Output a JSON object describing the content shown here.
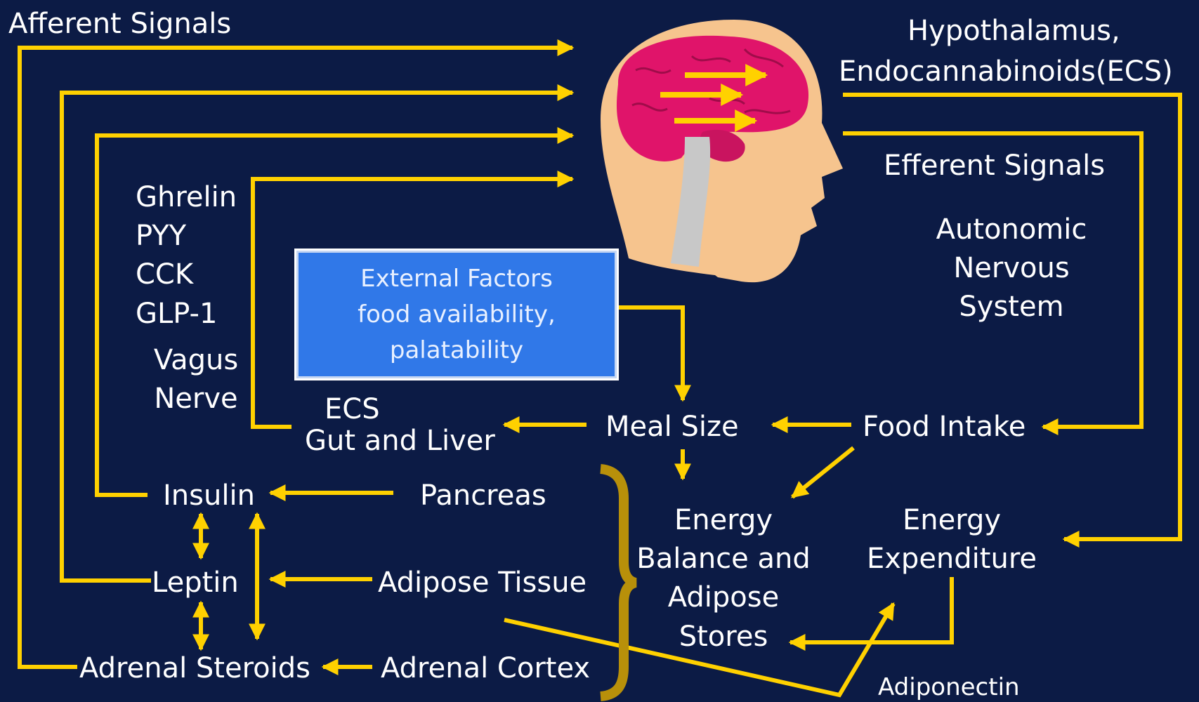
{
  "labels": {
    "afferent": "Afferent Signals",
    "hypothalamus": "Hypothalamus,",
    "endocannabinoids": "Endocannabinoids(ECS)",
    "efferent": "Efferent Signals",
    "ans": [
      "Autonomic",
      "Nervous",
      "System"
    ],
    "hormones": [
      "Ghrelin",
      "PYY",
      "CCK",
      "GLP-1"
    ],
    "vagus": [
      "Vagus",
      "Nerve"
    ],
    "external": [
      "External Factors",
      "food availability,",
      "palatability"
    ],
    "ecs": "ECS",
    "gut_liver": "Gut and Liver",
    "meal_size": "Meal Size",
    "food_intake": "Food Intake",
    "insulin": "Insulin",
    "pancreas": "Pancreas",
    "leptin": "Leptin",
    "adipose_tissue": "Adipose Tissue",
    "adrenal_steroids": "Adrenal Steroids",
    "adrenal_cortex": "Adrenal Cortex",
    "energy_balance": [
      "Energy",
      "Balance and",
      "Adipose",
      "Stores"
    ],
    "energy_expenditure": [
      "Energy",
      "Expenditure"
    ],
    "adiponectin": "Adiponectin"
  },
  "colors": {
    "background": "#0c1b45",
    "arrow": "#ffd100",
    "brace": "#b8900a",
    "text": "#ffffff",
    "box_fill": "#3078e8",
    "brain": "#e0146a",
    "skin": "#f6c48e"
  }
}
